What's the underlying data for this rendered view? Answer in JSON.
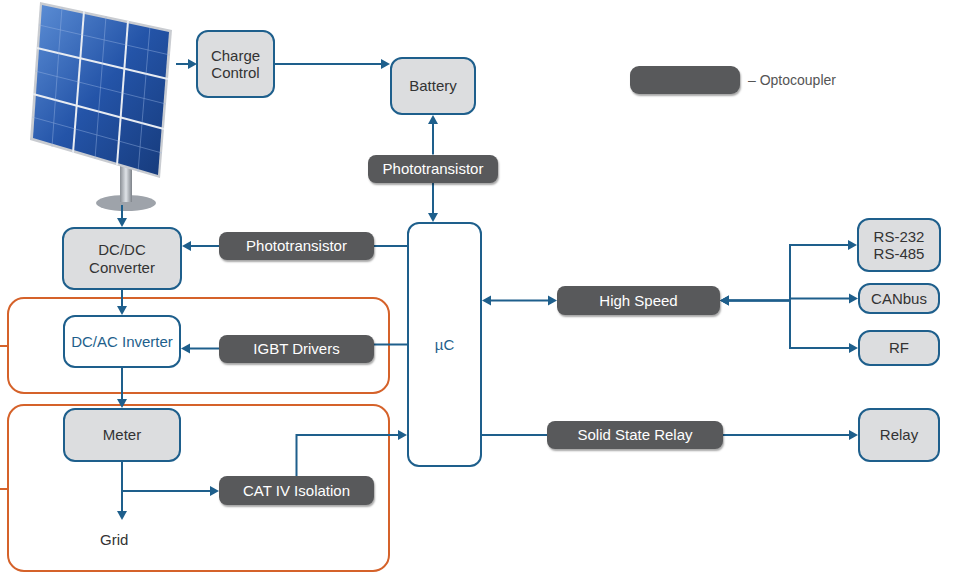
{
  "diagram": {
    "nodes": [
      {
        "text": [
          "Charge Control"
        ]
      },
      {
        "text": [
          "Battery"
        ]
      },
      {
        "text": [
          "Phototransistor"
        ]
      },
      {
        "text": [
          "DC/DC Converter"
        ]
      },
      {
        "text": [
          "Phototransistor"
        ]
      },
      {
        "text": [
          "µC"
        ]
      },
      {
        "text": [
          "High Speed"
        ]
      },
      {
        "text": [
          "RS-232 RS-485"
        ]
      },
      {
        "text": [
          "CANbus"
        ]
      },
      {
        "text": [
          "RF"
        ]
      },
      {
        "text": [
          "DC/AC Inverter"
        ]
      },
      {
        "text": [
          "IGBT Drivers"
        ]
      },
      {
        "text": [
          "Meter"
        ]
      },
      {
        "text": [
          "CAT IV Isolation"
        ]
      },
      {
        "text": [
          "Solid State Relay"
        ]
      },
      {
        "text": [
          "Relay"
        ]
      }
    ],
    "edges": [
      {
        "from": 0,
        "to": 1,
        "arrow": "to"
      },
      {
        "from": 2,
        "to": 1,
        "arrow": "to"
      },
      {
        "from": 2,
        "to": 5,
        "arrow": "to"
      },
      {
        "from": 5,
        "to": 4,
        "arrow": "none"
      },
      {
        "from": 4,
        "to": 3,
        "arrow": "to"
      },
      {
        "from": 3,
        "to": 10,
        "arrow": "to"
      },
      {
        "from": 5,
        "to": 11,
        "arrow": "none"
      },
      {
        "from": 11,
        "to": 10,
        "arrow": "to"
      },
      {
        "from": 10,
        "to": 12,
        "arrow": "to"
      },
      {
        "from": 13,
        "to": 5,
        "arrow": "to"
      },
      {
        "from": 5,
        "to": 6,
        "arrow": "both"
      },
      {
        "from": 6,
        "to": 7,
        "arrow": "both"
      },
      {
        "from": 6,
        "to": 8,
        "arrow": "both"
      },
      {
        "from": 6,
        "to": 9,
        "arrow": "both"
      },
      {
        "from": 5,
        "to": 14,
        "arrow": "none"
      },
      {
        "from": 14,
        "to": 15,
        "arrow": "to"
      }
    ],
    "labels": [
      "Grid"
    ],
    "legend": [
      {
        "text": "– Optocoupler",
        "color": "#58595b"
      }
    ]
  }
}
